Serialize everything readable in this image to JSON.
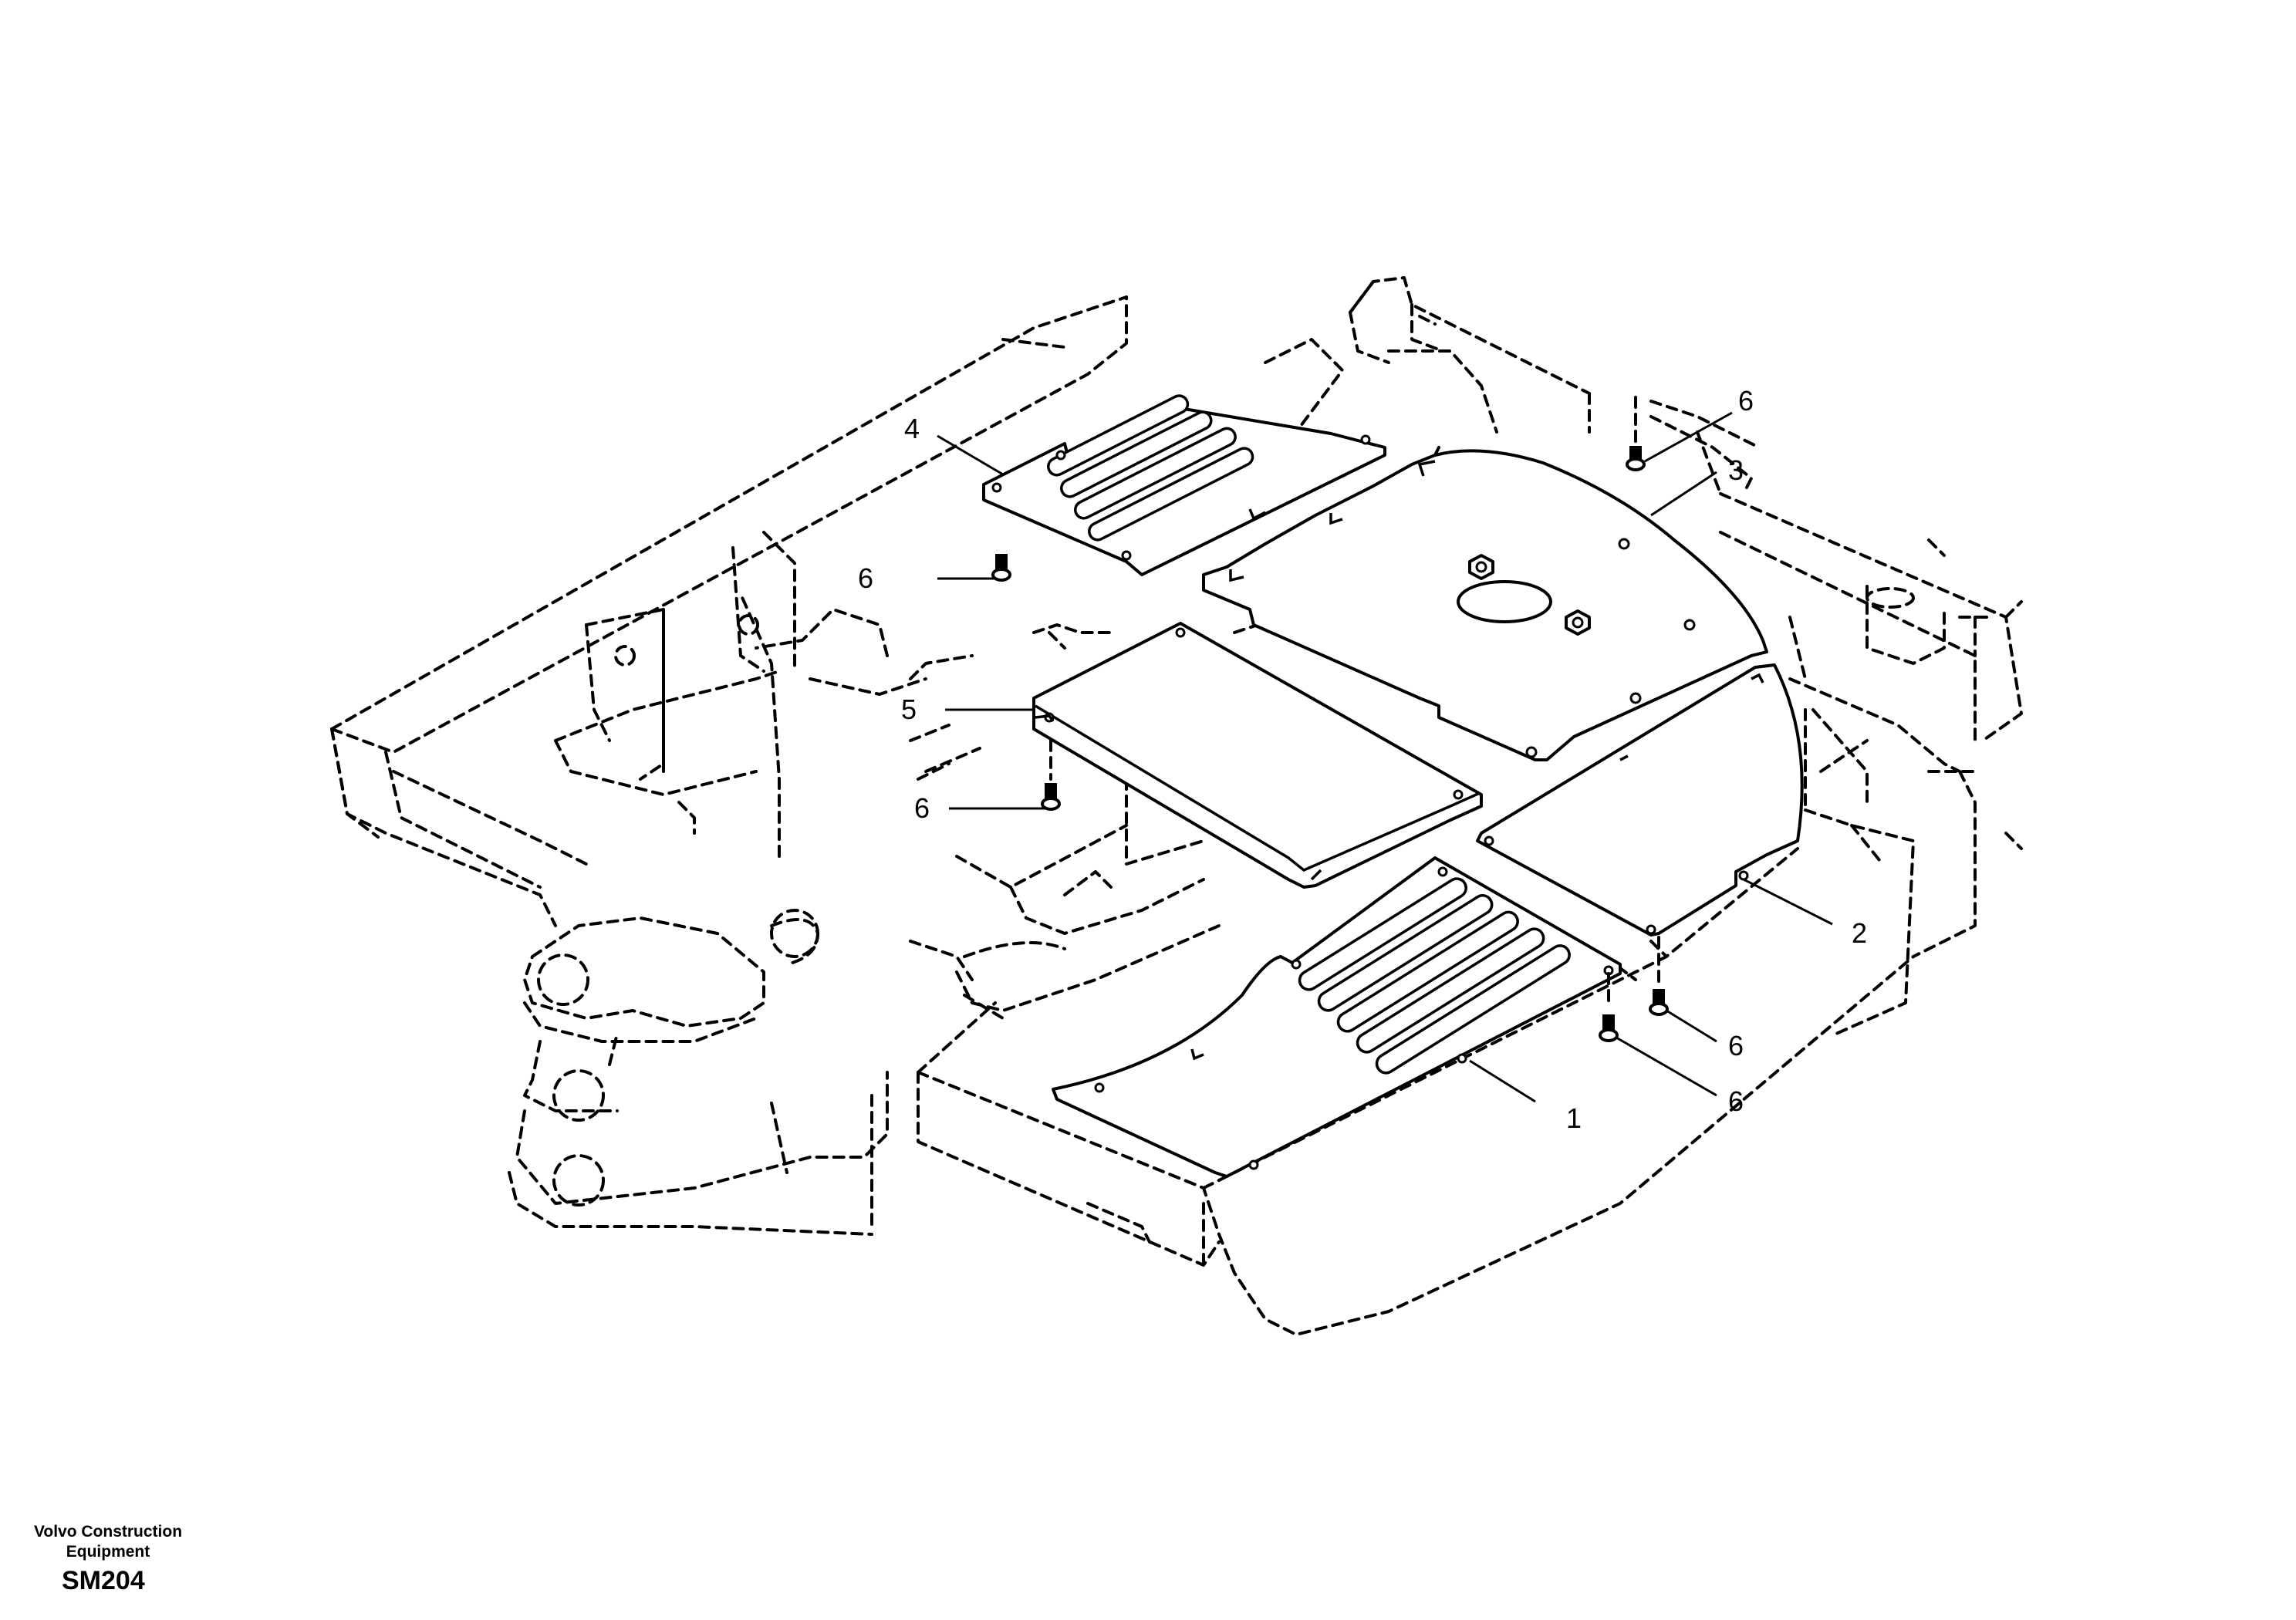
{
  "callouts": {
    "c1": "1",
    "c2": "2",
    "c3": "3",
    "c4": "4",
    "c5": "5",
    "c6": "6"
  },
  "footer": {
    "company_line1": "Volvo Construction",
    "company_line2": "Equipment",
    "sheet_code": "SM204"
  }
}
